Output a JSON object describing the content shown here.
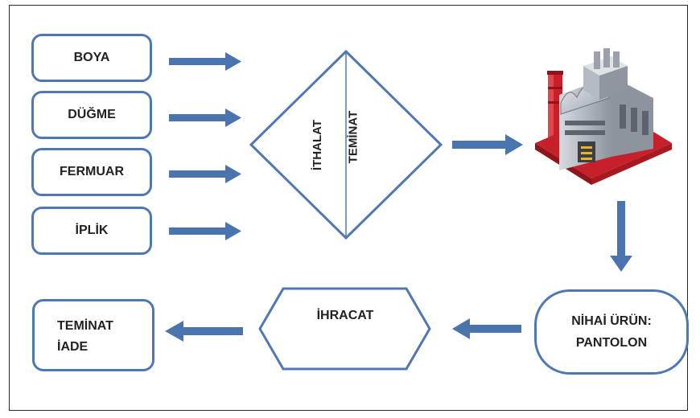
{
  "inputs": [
    {
      "label": "BOYA"
    },
    {
      "label": "DÜĞME"
    },
    {
      "label": "FERMUAR"
    },
    {
      "label": "İPLİK"
    }
  ],
  "diamond": {
    "left_label": "İTHALAT",
    "right_label": "TEMİNAT"
  },
  "factory": {
    "icon": "factory-icon"
  },
  "product": {
    "line1": "NİHAİ ÜRÜN:",
    "line2": "PANTOLON"
  },
  "export": {
    "label": "İHRACAT"
  },
  "refund": {
    "line1": "TEMİNAT",
    "line2": "İADE"
  },
  "colors": {
    "box_border": "#4f78b2",
    "arrow": "#4a74ad",
    "factory_red": "#c8202a",
    "factory_gray": "#b9bec6"
  }
}
